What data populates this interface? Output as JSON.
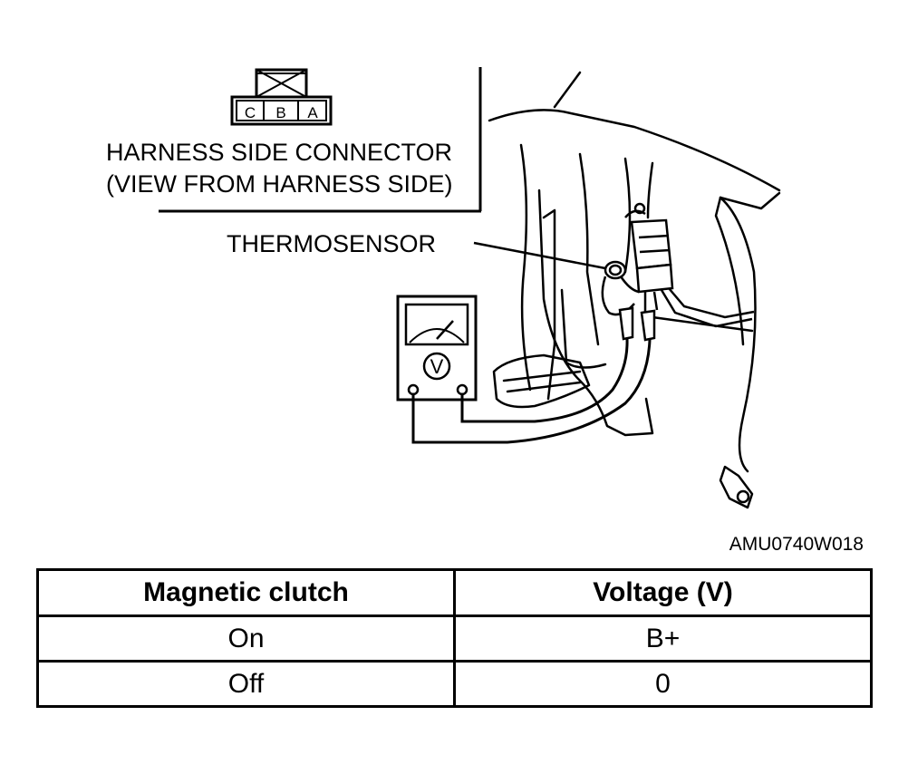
{
  "connector": {
    "pins": [
      "C",
      "B",
      "A"
    ],
    "title_line1": "HARNESS SIDE CONNECTOR",
    "title_line2": "(VIEW FROM HARNESS SIDE)"
  },
  "thermosensor_label": "THERMOSENSOR",
  "meter_symbol": "V",
  "figure_id": "AMU0740W018",
  "table": {
    "headers": [
      "Magnetic clutch",
      "Voltage (V)"
    ],
    "rows": [
      [
        "On",
        "B+"
      ],
      [
        "Off",
        "0"
      ]
    ]
  }
}
